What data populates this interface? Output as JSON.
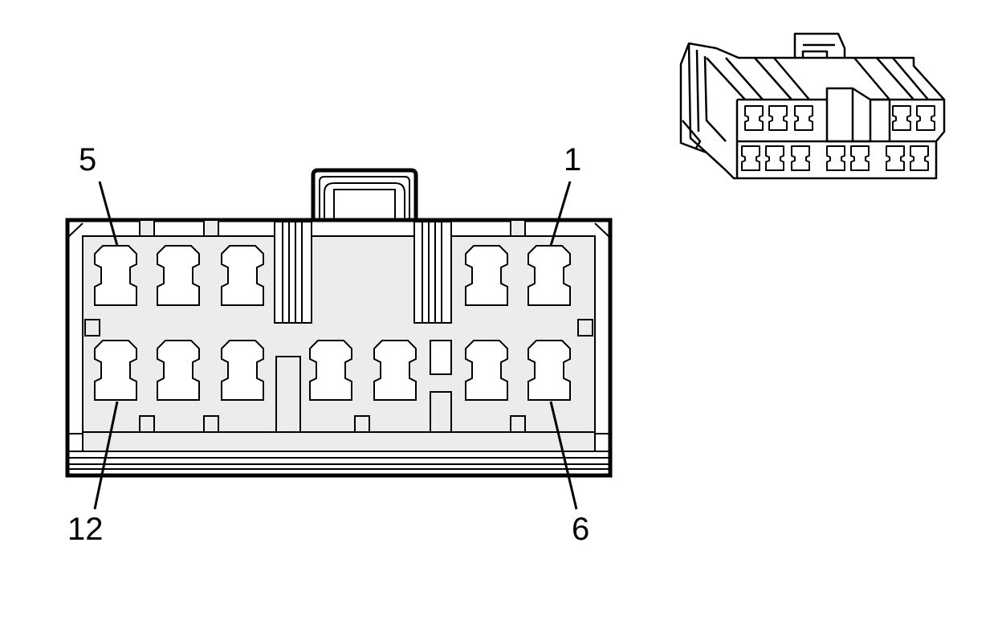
{
  "diagram": {
    "type": "connector-pinout",
    "pin_labels": {
      "top_left": "5",
      "top_right": "1",
      "bottom_left": "12",
      "bottom_right": "6"
    },
    "colors": {
      "line": "#000000",
      "fill": "#ececec",
      "background": "#ffffff"
    }
  }
}
